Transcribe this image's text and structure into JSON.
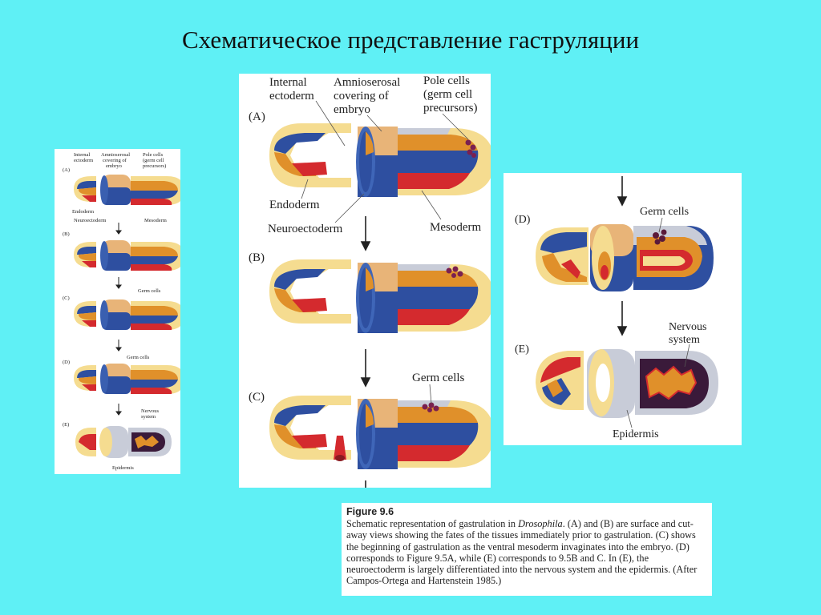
{
  "title": "Схематическое представление гаструляции",
  "small_panel": {
    "labels": {
      "internal_ectoderm": [
        "Internal",
        "ectoderm"
      ],
      "amnioserosal": [
        "Amnioserosal",
        "covering of",
        "embryo"
      ],
      "pole_cells": [
        "Pole cells",
        "(germ cell",
        "precursors)"
      ],
      "endoderm": "Endoderm",
      "neuroectoderm": "Neuroectoderm",
      "mesoderm": "Mesoderm",
      "germ_cells_c": "Germ cells",
      "germ_cells_d": "Germ cells",
      "nervous_system": [
        "Nervous",
        "system"
      ],
      "epidermis": "Epidermis"
    },
    "stages": [
      "(A)",
      "(B)",
      "(C)",
      "(D)",
      "(E)"
    ]
  },
  "main_panel": {
    "labels": {
      "internal_ectoderm": [
        "Internal",
        "ectoderm"
      ],
      "amnioserosal": [
        "Amnioserosal",
        "covering of",
        "embryo"
      ],
      "pole_cells": [
        "Pole cells",
        "(germ cell",
        "precursors)"
      ],
      "endoderm": "Endoderm",
      "neuroectoderm": "Neuroectoderm",
      "mesoderm": "Mesoderm",
      "germ_cells": "Germ cells"
    },
    "stages": [
      "(A)",
      "(B)",
      "(C)"
    ]
  },
  "right_panel": {
    "labels": {
      "germ_cells": "Germ cells",
      "nervous_system": [
        "Nervous",
        "system"
      ],
      "epidermis": "Epidermis"
    },
    "stages": [
      "(D)",
      "(E)"
    ]
  },
  "caption": {
    "figure": "Figure 9.6",
    "text_before_italic": "Schematic representation of gastrulation in ",
    "italic": "Drosophila",
    "text_after_italic": ". (A) and (B) are surface and cut-away views showing the fates of the tissues immediately prior to gastrulation. (C) shows the beginning of gastrulation as the ventral mesoderm invaginates into the embryo. (D) corresponds to Figure 9.5A, while (E) corresponds to 9.5B and C. In (E), the neuroectoderm is largely differentiated into the nervous system and the epidermis. (After Campos-Ortega and Hartenstein 1985.)"
  },
  "colors": {
    "background": "#5ff0f5",
    "blue": "#2e4fa0",
    "orange": "#e0902a",
    "red": "#d42a2e",
    "cream": "#f5dc90",
    "amnio_tan": "#e8b478",
    "grey": "#c8ccd8",
    "dark": "#3a1a3a"
  }
}
